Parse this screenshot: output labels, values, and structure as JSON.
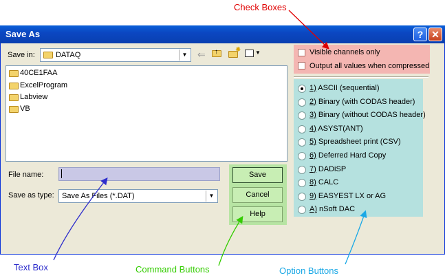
{
  "annotations": {
    "check_boxes": "Check Boxes",
    "text_box": "Text Box",
    "command_buttons": "Command Buttons",
    "option_buttons": "Option Buttons"
  },
  "colors": {
    "check_boxes": "#e00000",
    "text_box": "#2d2dcc",
    "command_buttons": "#33cc00",
    "option_buttons": "#1aa8e6"
  },
  "window": {
    "title": "Save As"
  },
  "save_in": {
    "label": "Save in:",
    "value": "DATAQ"
  },
  "folders": [
    "40CE1FAA",
    "ExcelProgram",
    "Labview",
    "VB"
  ],
  "file_name": {
    "label": "File name:",
    "value": ""
  },
  "save_as_type": {
    "label": "Save as type:",
    "value": "Save As Files (*.DAT)"
  },
  "buttons": {
    "save": "Save",
    "cancel": "Cancel",
    "help": "Help"
  },
  "checkboxes": [
    {
      "label": "Visible channels only",
      "checked": false
    },
    {
      "label": "Output all values when compressed",
      "checked": false
    }
  ],
  "options": [
    {
      "key": "1)",
      "label": " ASCII (sequential)",
      "selected": true
    },
    {
      "key": "2)",
      "label": " Binary (with CODAS header)",
      "selected": false
    },
    {
      "key": "3)",
      "label": " Binary (without CODAS header)",
      "selected": false
    },
    {
      "key": "4)",
      "label": " ASYST(ANT)",
      "selected": false
    },
    {
      "key": "5)",
      "label": " Spreadsheet print (CSV)",
      "selected": false
    },
    {
      "key": "6)",
      "label": " Deferred Hard Copy",
      "selected": false
    },
    {
      "key": "7)",
      "label": " DADiSP",
      "selected": false
    },
    {
      "key": "8)",
      "label": " CALC",
      "selected": false
    },
    {
      "key": "9)",
      "label": " EASYEST LX or AG",
      "selected": false
    },
    {
      "key": "A)",
      "label": " nSoft DAC",
      "selected": false
    }
  ]
}
